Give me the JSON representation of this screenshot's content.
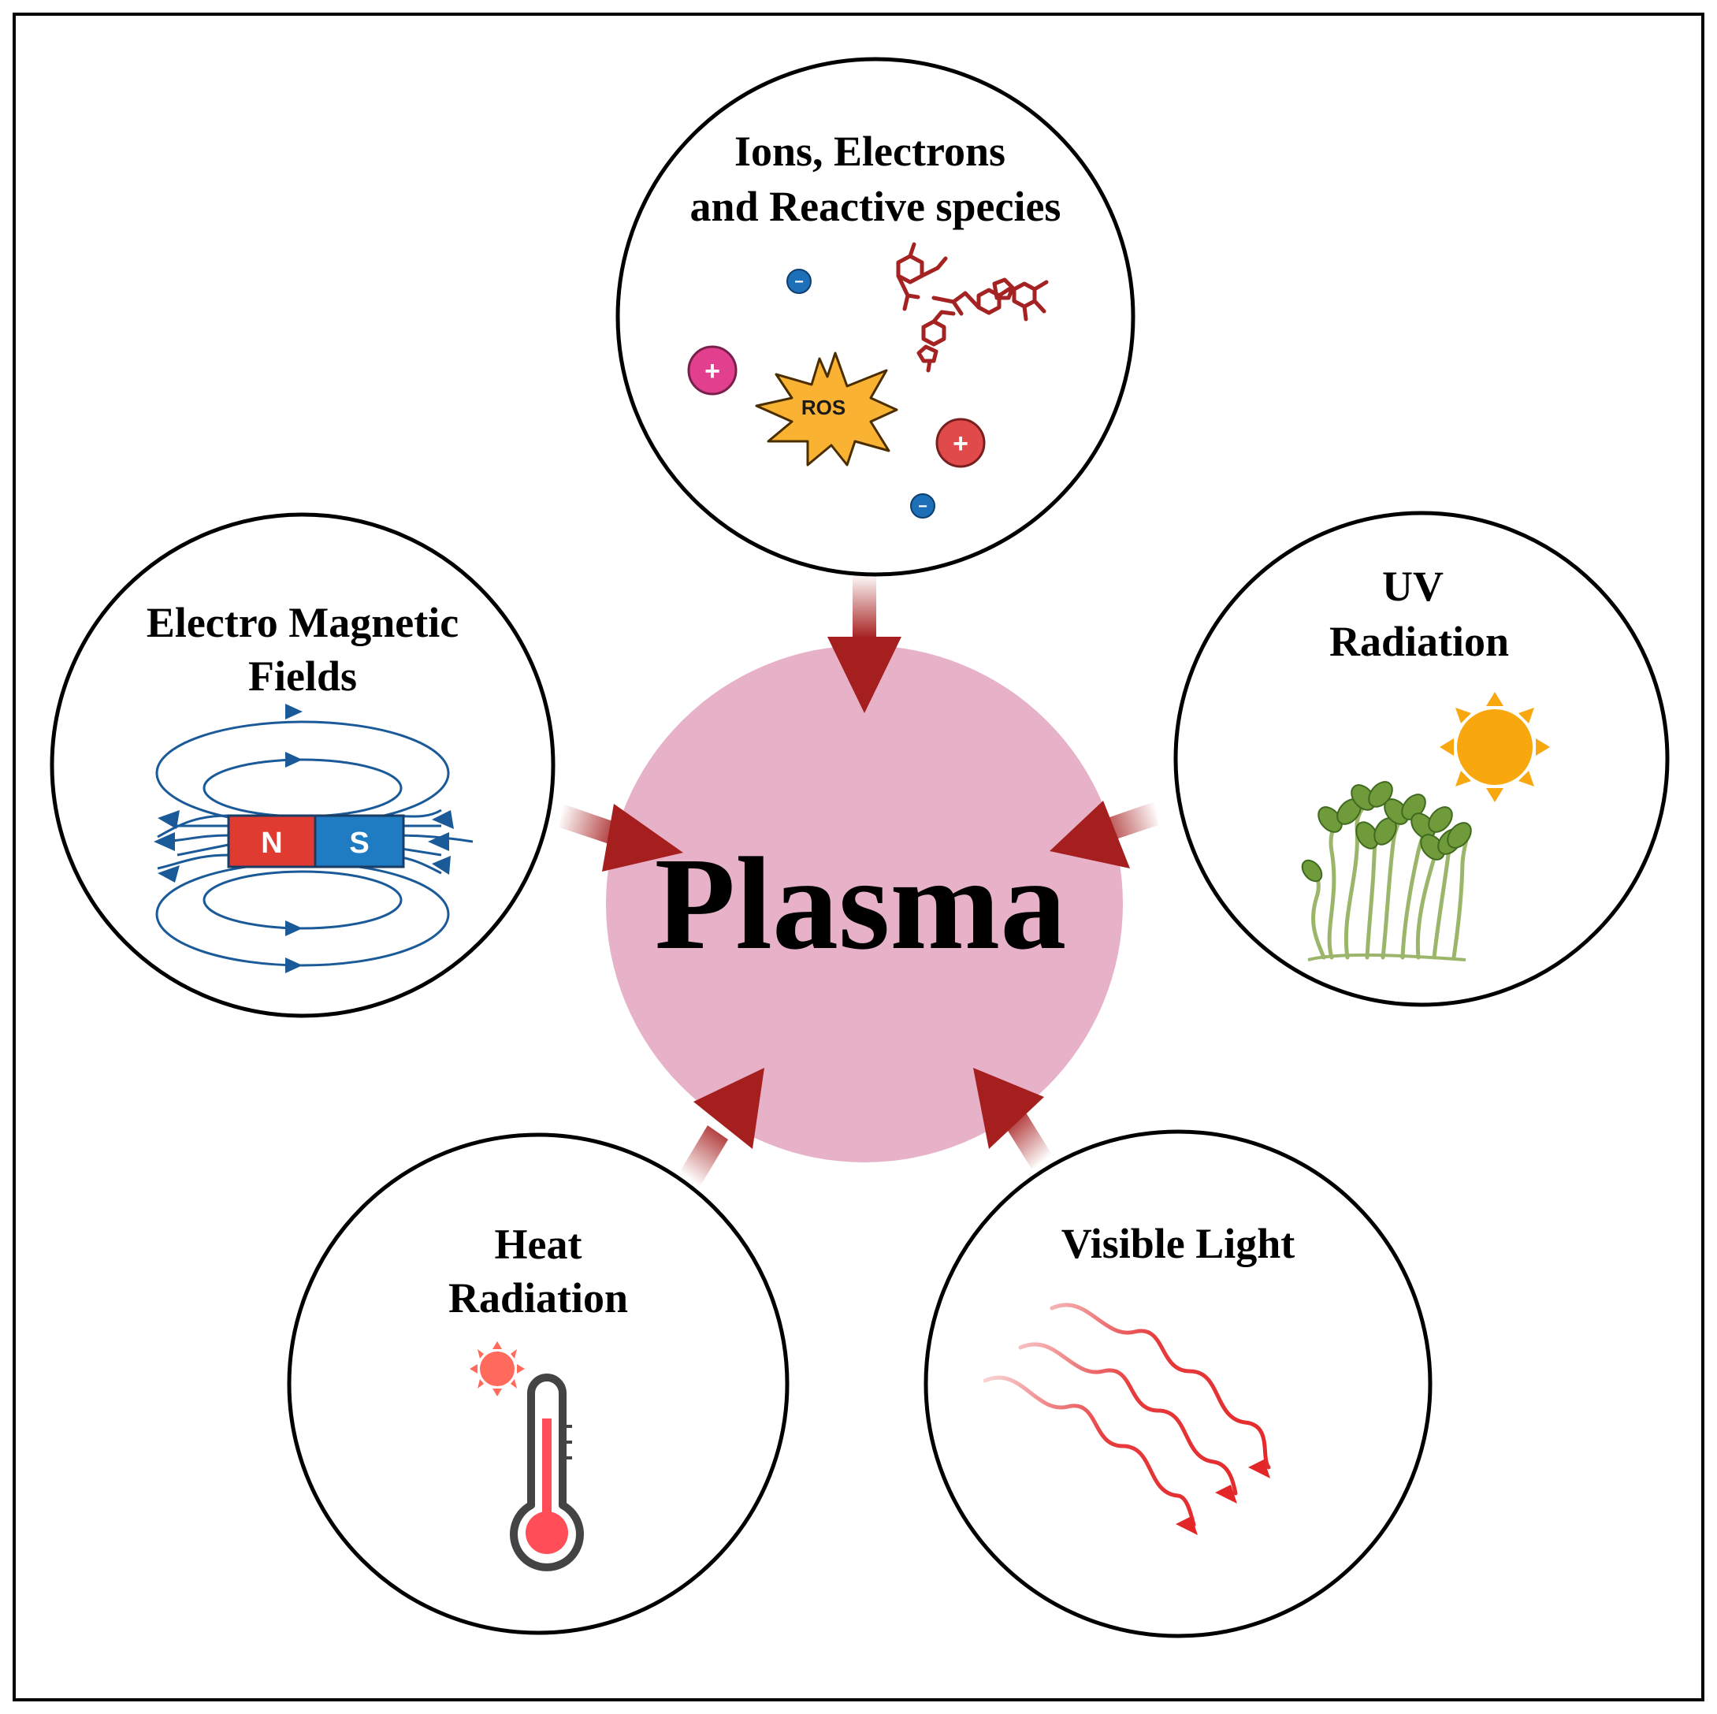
{
  "center": {
    "label": "Plasma"
  },
  "nodes": {
    "ions": {
      "line1": "Ions, Electrons",
      "line2": "and Reactive species",
      "ros": "ROS",
      "plus": "+",
      "minus": "−"
    },
    "uv": {
      "line1": "UV",
      "line2": "Radiation"
    },
    "em": {
      "line1": "Electro Magnetic",
      "line2": "Fields",
      "north": "N",
      "south": "S"
    },
    "heat": {
      "line1": "Heat",
      "line2": "Radiation"
    },
    "visible": {
      "line1": "Visible Light"
    }
  },
  "colors": {
    "plasma": "#e7b1c8",
    "arrow": "#a61f1f",
    "magnet_n": "#e03b30",
    "magnet_s": "#1f7cc2",
    "field": "#1a5a98",
    "sun": "#f8a70f",
    "plant": "#6f9b3a",
    "thermo": "#ff4e57",
    "wave": "#e32628",
    "molecule": "#a52222"
  }
}
